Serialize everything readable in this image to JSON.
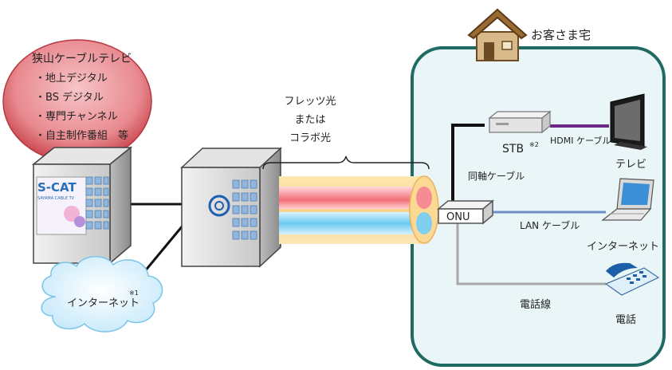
{
  "provider": {
    "title": "狭山ケーブルテレビ",
    "items": [
      "・地上デジタル",
      "・BS デジタル",
      "・専門チャンネル",
      "・自主制作番組　等"
    ],
    "logo": "S-CAT",
    "logo_sub": "SAYAMA CABLE TV"
  },
  "internet_cloud": {
    "label": "インターネット",
    "note": "※1"
  },
  "fiber": {
    "line1": "フレッツ光",
    "line2": "または",
    "line3": "コラボ光"
  },
  "home": {
    "title": "お客さま宅",
    "stb": "STB",
    "stb_note": "※2",
    "hdmi": "HDMI ケーブル",
    "tv": "テレビ",
    "coax": "同軸ケーブル",
    "onu": "ONU",
    "lan": "LAN ケーブル",
    "pc": "インターネット",
    "phone_line": "電話線",
    "phone": "電話"
  },
  "colors": {
    "home_border": "#1f6b63",
    "home_bg": "#e9f5f7",
    "provider_red": "#d9636a",
    "hdmi": "#6a2a86"
  }
}
